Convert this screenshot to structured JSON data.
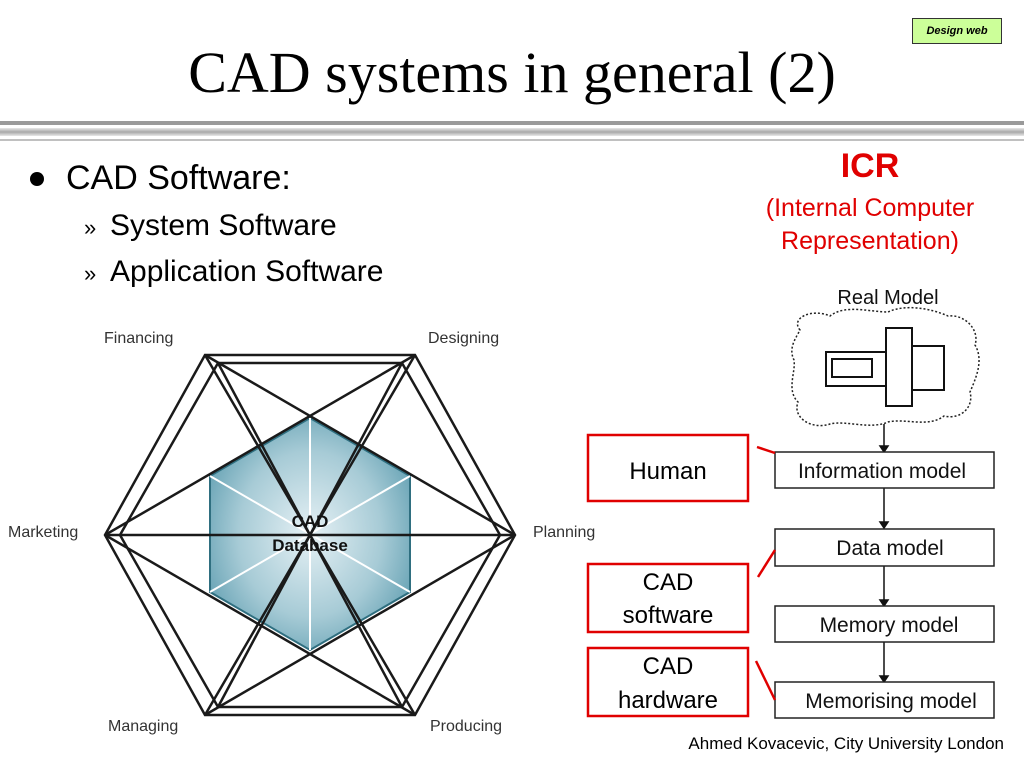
{
  "header": {
    "title": "CAD systems in general (2)",
    "badge": "Design web"
  },
  "bullets": {
    "main": "CAD Software:",
    "marker": "»",
    "subs": [
      "System Software",
      "Application Software"
    ]
  },
  "hexagon_diagram": {
    "center_line1": "CAD",
    "center_line2": "Database",
    "vertices": [
      "Financing",
      "Designing",
      "Planning",
      "Producing",
      "Managing",
      "Marketing"
    ]
  },
  "icr": {
    "title": "ICR",
    "subtitle_line1": "(Internal Computer",
    "subtitle_line2": "Representation)"
  },
  "flow_diagram": {
    "real_model_label": "Real Model",
    "models": [
      "Information model",
      "Data model",
      "Memory model",
      "Memorising model"
    ],
    "human_label": "Human",
    "cad_software_line1": "CAD",
    "cad_software_line2": "software",
    "cad_hardware_line1": "CAD",
    "cad_hardware_line2": "hardware"
  },
  "footer": "Ahmed Kovacevic, City University London",
  "colors": {
    "accent_red": "#e00000",
    "hex_fill": "#7fb3c3",
    "badge_bg": "#ccff99"
  }
}
